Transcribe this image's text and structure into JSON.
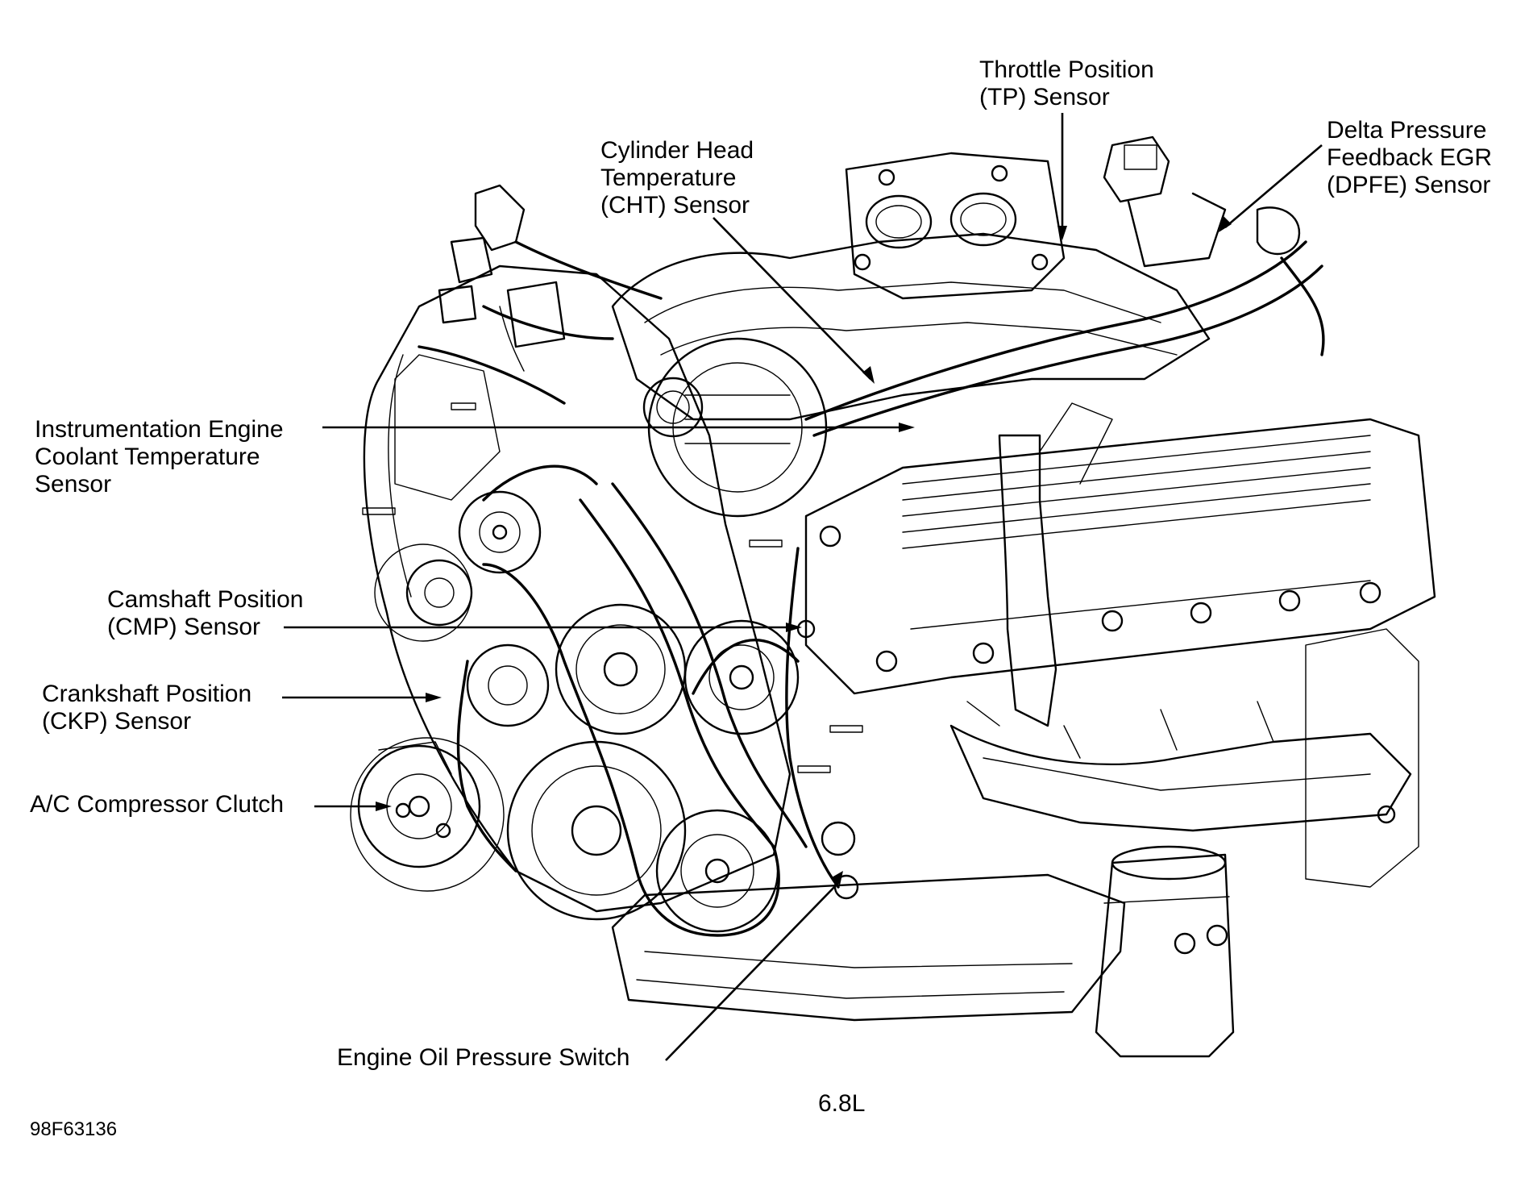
{
  "labels": {
    "throttle_position": "Throttle Position\n(TP) Sensor",
    "delta_pressure": "Delta Pressure\nFeedback EGR\n(DPFE) Sensor",
    "cylinder_head_temp": "Cylinder Head\nTemperature\n(CHT) Sensor",
    "instrumentation_ect": "Instrumentation Engine\nCoolant Temperature\nSensor",
    "camshaft_position": "Camshaft Position\n(CMP) Sensor",
    "crankshaft_position": "Crankshaft Position\n(CKP) Sensor",
    "ac_compressor": "A/C Compressor Clutch",
    "oil_pressure_switch": "Engine Oil Pressure Switch",
    "engine_size": "6.8L",
    "figure_id": "98F63136"
  }
}
